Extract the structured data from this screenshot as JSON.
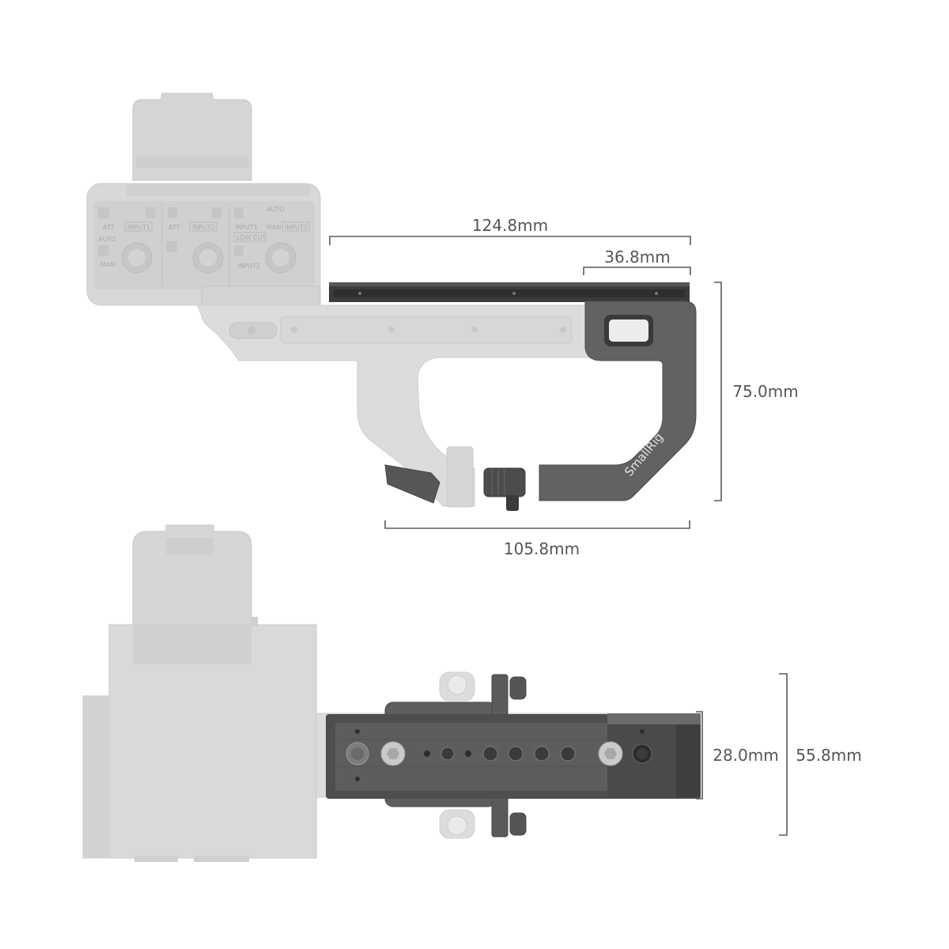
{
  "dimensions": {
    "top_overall_length": "124.8mm",
    "top_rail_segment": "36.8mm",
    "top_height": "75.0mm",
    "top_base_length": "105.8mm",
    "bottom_plate_width": "28.0mm",
    "bottom_overall_width": "55.8mm"
  },
  "brand": {
    "logo_text": "SmallRig"
  },
  "module_labels": [
    "ATT",
    "INPUT1",
    "AUTO",
    "MAN",
    "ATT",
    "INPUT2",
    "INPUT1",
    "LOW CUT",
    "INPUT2",
    "AUTO",
    "MAN",
    "INPUT2"
  ],
  "colors": {
    "background": "#ffffff",
    "product_dark": "#4e4e4e",
    "camera_faded": "#d8d8d8",
    "dimension": "#555555"
  }
}
